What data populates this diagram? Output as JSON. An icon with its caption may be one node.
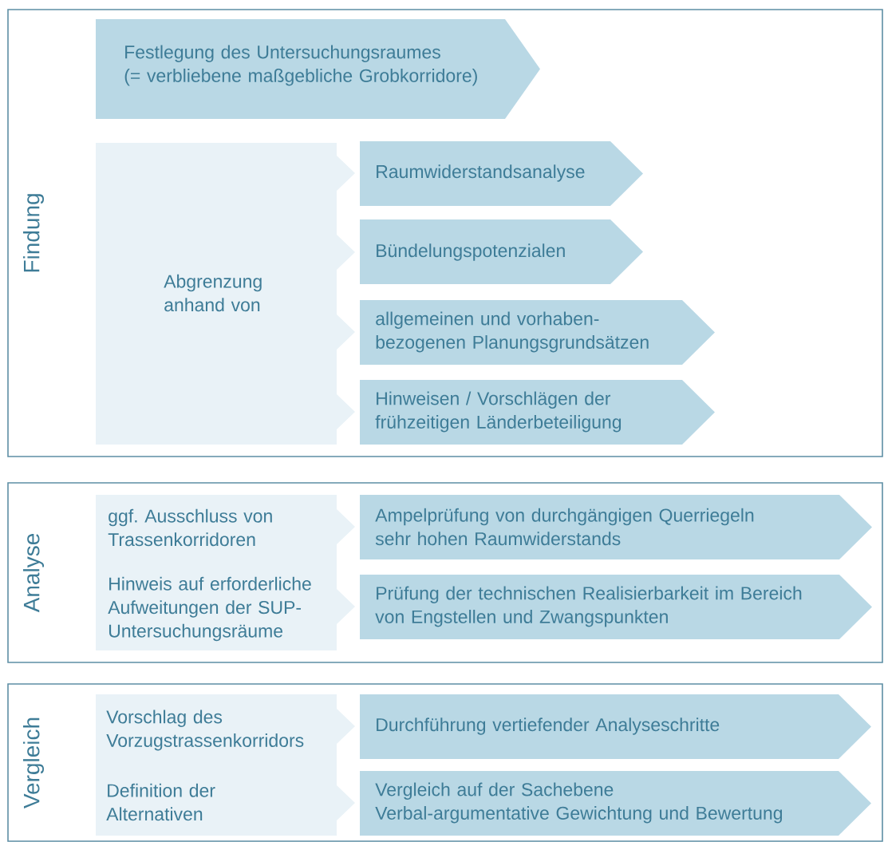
{
  "diagram": {
    "nodes": [
      {
        "text": [
          "Findung"
        ]
      },
      {
        "text": [
          "Festlegung des Untersuchungsraumes",
          "(= verbliebene maßgebliche Grobkorridore)"
        ],
        "in": 0
      },
      {
        "text": [
          "Abgrenzung anhand von"
        ],
        "in": 0
      },
      {
        "text": [
          "Raumwiderstandsanalyse"
        ],
        "in": 0
      },
      {
        "text": [
          "Bündelungspotenzialen"
        ],
        "in": 0
      },
      {
        "text": [
          "allgemeinen und vorhaben- bezogenen Planungsgrundsätzen"
        ],
        "in": 0
      },
      {
        "text": [
          "Hinweisen / Vorschlägen der frühzeitigen Länderbeteiligung"
        ],
        "in": 0
      },
      {
        "text": [
          "Analyse"
        ]
      },
      {
        "text": [
          "ggf. Ausschluss von Trassenkorridoren",
          "Hinweis auf erforderliche Aufweitungen der SUP- Untersuchungsräume"
        ],
        "in": 7
      },
      {
        "text": [
          "Ampelprüfung von durchgängigen Querriegeln sehr hohen Raumwiderstands"
        ],
        "in": 7
      },
      {
        "text": [
          "Prüfung der technischen Realisierbarkeit im Bereich von Engstellen und Zwangspunkten"
        ],
        "in": 7
      },
      {
        "text": [
          "Vergleich"
        ]
      },
      {
        "text": [
          "Vorschlag des Vorzugstrassenkorridors",
          "Definition der Alternativen"
        ],
        "in": 11
      },
      {
        "text": [
          "Durchführung vertiefender Analyseschritte"
        ],
        "in": 11
      },
      {
        "text": [
          "Vergleich auf der Sachebene",
          "Verbal-argumentative Gewichtung und Bewertung"
        ],
        "in": 11
      }
    ]
  }
}
